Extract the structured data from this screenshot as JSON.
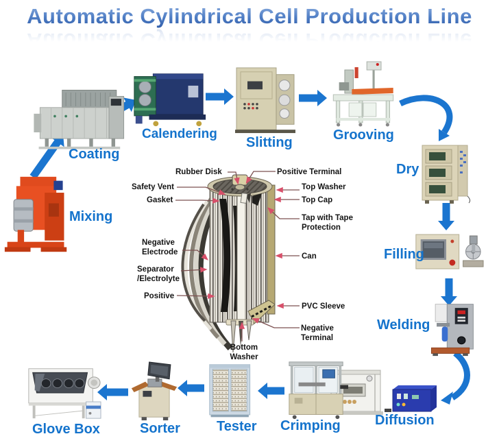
{
  "title": "Automatic Cylindrical Cell Production Line",
  "stages": [
    {
      "id": "mixing",
      "label": "Mixing"
    },
    {
      "id": "coating",
      "label": "Coating"
    },
    {
      "id": "calendering",
      "label": "Calendering"
    },
    {
      "id": "slitting",
      "label": "Slitting"
    },
    {
      "id": "grooving",
      "label": "Grooving"
    },
    {
      "id": "dry",
      "label": "Dry"
    },
    {
      "id": "filling",
      "label": "Filling"
    },
    {
      "id": "welding",
      "label": "Welding"
    },
    {
      "id": "diffusion",
      "label": "Diffusion"
    },
    {
      "id": "crimping",
      "label": "Crimping"
    },
    {
      "id": "tester",
      "label": "Tester"
    },
    {
      "id": "sorter",
      "label": "Sorter"
    },
    {
      "id": "glove_box",
      "label": "Glove Box"
    }
  ],
  "battery": {
    "labels": {
      "rubber_disk": "Rubber Disk",
      "positive_terminal": "Positive Terminal",
      "safety_vent": "Safety Vent",
      "top_washer": "Top Washer",
      "gasket": "Gasket",
      "top_cap": "Top Cap",
      "tap_with_tape": "Tap with Tape Protection",
      "negative_electrode": "Negative Electrode",
      "can": "Can",
      "separator": "Separator /Electrolyte",
      "positive": "Positive",
      "pvc_sleeve": "PVC Sleeve",
      "negative_terminal": "Negative Terminal",
      "bottom_washer": "Bottom Washer"
    }
  },
  "colors": {
    "flow_arrow": "#1b75cf",
    "stage_label": "#1473cc",
    "title_blue": "#4d7cc4",
    "pointer_arrow": "#d8506a"
  }
}
